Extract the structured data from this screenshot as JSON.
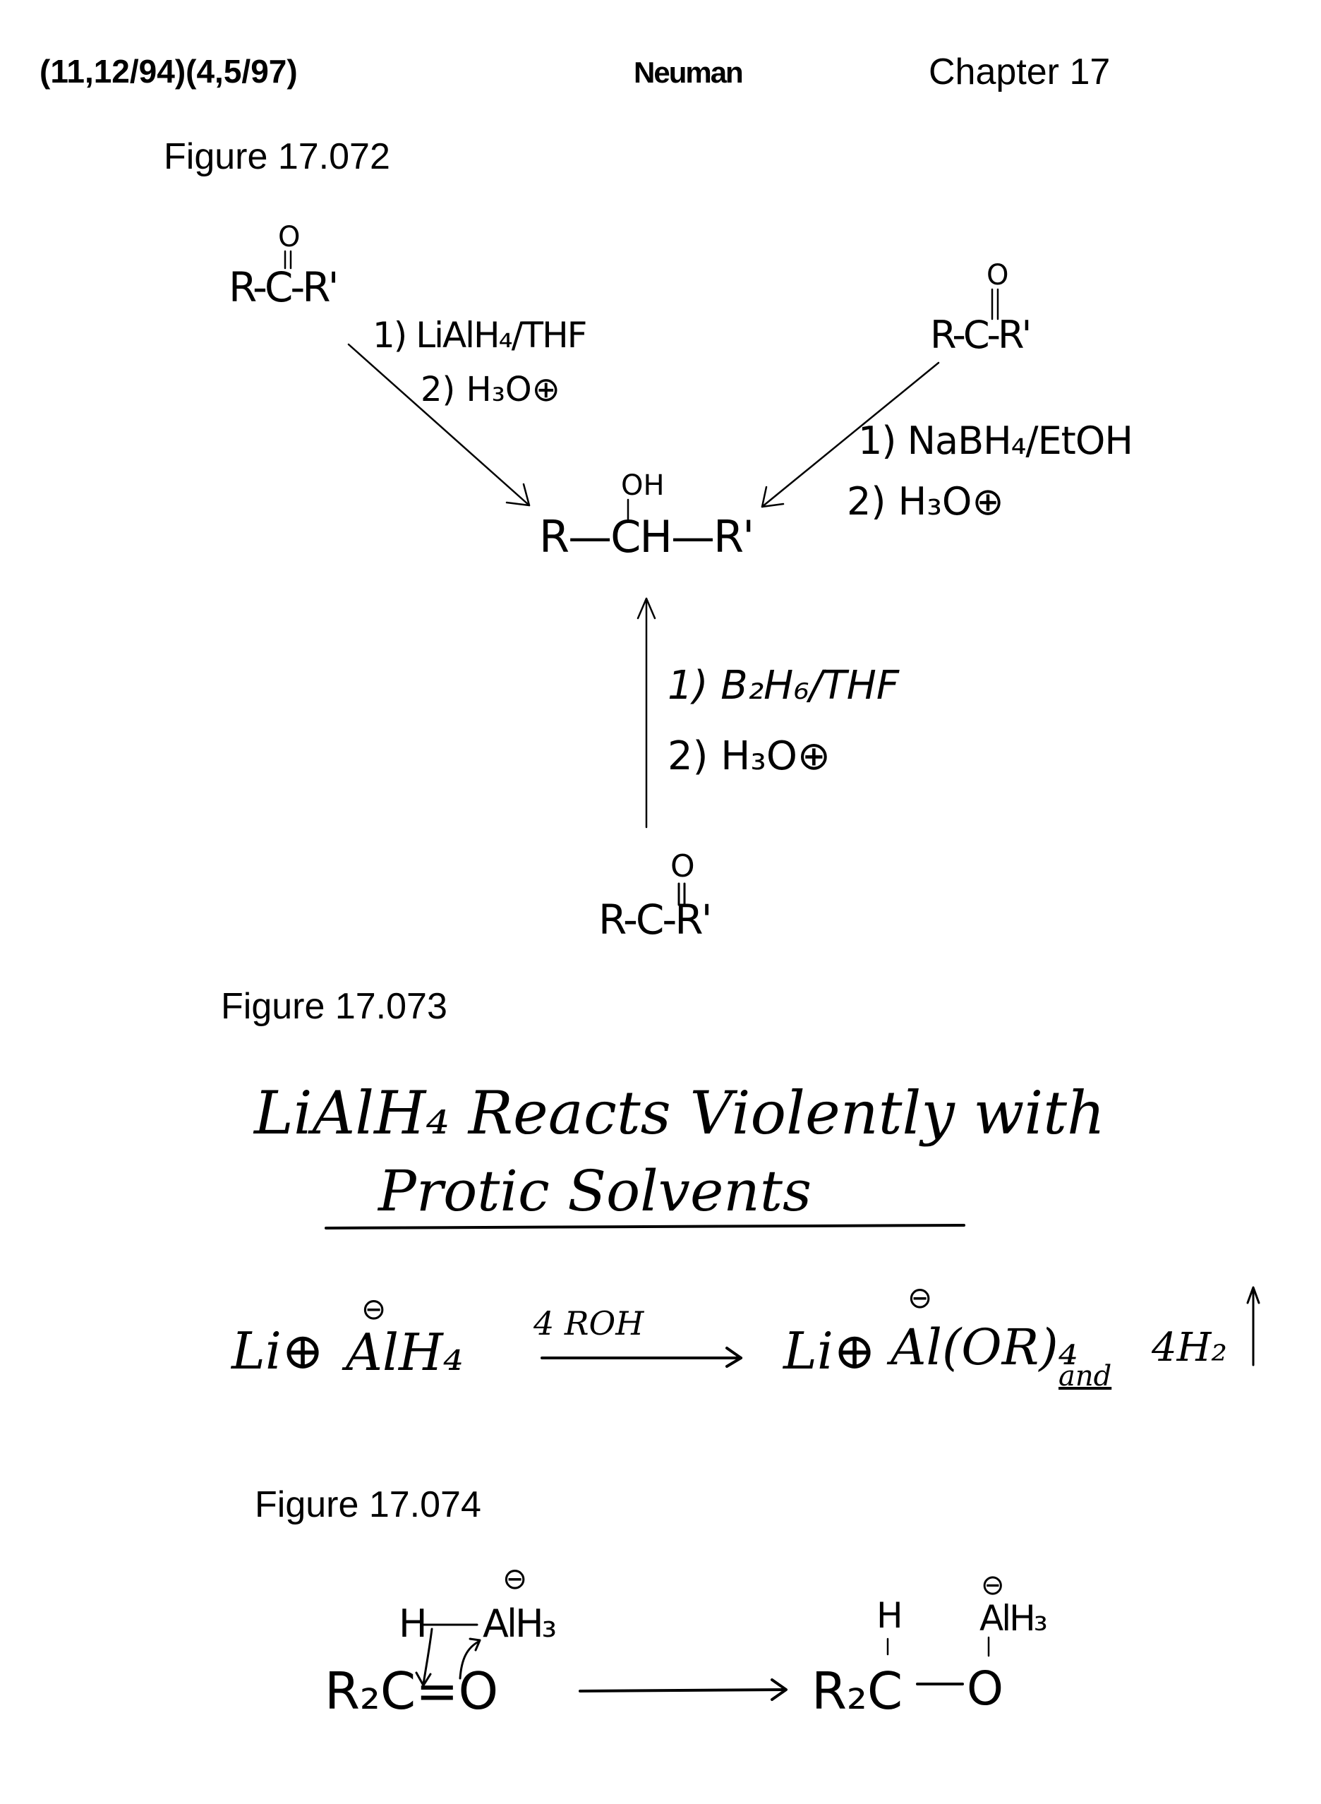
{
  "header": {
    "dates": "(11,12/94)(4,5/97)",
    "author": "Neuman",
    "chapter": "Chapter 17"
  },
  "figure_072": {
    "title": "Figure 17.072",
    "reactant_left": {
      "oxygen": "O",
      "formula": "R-C-R'"
    },
    "reactant_right": {
      "oxygen": "O",
      "formula": "R-C-R'"
    },
    "reactant_bottom": {
      "oxygen": "O",
      "formula": "R-C-R'"
    },
    "product": {
      "hydroxyl": "OH",
      "formula": "R—CH—R'"
    },
    "lialh4_conditions": {
      "step1": "1) LiAlH₄/THF",
      "step2": "2) H₃O⊕"
    },
    "nabh4_conditions": {
      "step1": "1) NaBH₄/EtOH",
      "step2": "2) H₃O⊕"
    },
    "b2h6_conditions": {
      "step1": "1) B₂H₆/THF",
      "step2": "2) H₃O⊕"
    }
  },
  "figure_073": {
    "title": "Figure 17.073",
    "heading_line1": "LiAlH₄ Reacts Violently with",
    "heading_line2": "Protic Solvents",
    "equation": {
      "reactant_cation": "Li⊕",
      "reactant_anion": "AlH₄",
      "reactant_charge": "⊖",
      "reagent": "4 ROH",
      "product_cation": "Li⊕",
      "product_anion": "Al(OR)₄",
      "product_charge": "⊖",
      "conjunction": "and",
      "gas": "4H₂"
    }
  },
  "figure_074": {
    "title": "Figure 17.074",
    "reactant": {
      "hydride": "H",
      "aluminum": "AlH₃",
      "charge": "⊖",
      "carbonyl": "R₂C=O"
    },
    "product": {
      "carbon": "R₂C",
      "hydrogen": "H",
      "oxygen": "O",
      "aluminum": "AlH₃",
      "charge": "⊖"
    }
  }
}
